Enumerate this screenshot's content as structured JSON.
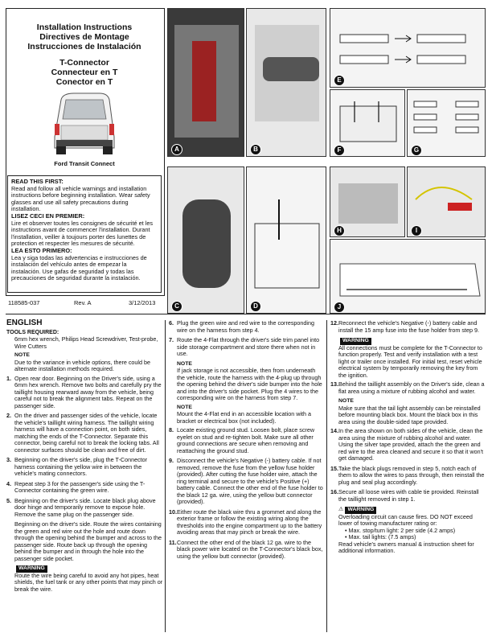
{
  "header": {
    "title_lines": [
      "Installation Instructions",
      "Directives de Montage",
      "Instrucciones de Instalación"
    ],
    "product_lines": [
      "T-Connector",
      "Connecteur en T",
      "Conector en T"
    ],
    "vehicle": "Ford Transit Connect"
  },
  "warning_box": {
    "en_title": "READ THIS FIRST:",
    "en_text": "Read and follow all vehicle warnings and installation instructions before beginning installation. Wear safety glasses and use all safety precautions during installation.",
    "fr_title": "LISEZ CECI EN PREMIER:",
    "fr_text": "Lire et observer toutes les consignes de sécurité et les instructions avant de commencer l'installation. Durant l'installation, veiller à toujours porter des lunettes de protection et respecter les mesures de sécurité.",
    "es_title": "LEA ESTO PRIMERO:",
    "es_text": "Lea y siga todas las advertencias e instrucciones de instalación del vehículo antes de empezar la instalación. Use gafas de seguridad y todas las precauciones de seguridad durante la instalación."
  },
  "meta": {
    "part": "118585-037",
    "rev": "Rev. A",
    "date": "3/12/2013"
  },
  "figures": [
    "A",
    "B",
    "C",
    "D",
    "E",
    "F",
    "G",
    "H",
    "I",
    "J"
  ],
  "english": {
    "heading": "ENGLISH",
    "tools_title": "TOOLS REQUIRED:",
    "tools_text": "6mm hex wrench, Philips Head Screwdriver, Test-probe, Wire Cutters",
    "note_label": "NOTE",
    "note1": "Due to the variance in vehicle options, there could be alternate installation methods required.",
    "warning_label": "WARNING"
  },
  "steps_col1": [
    {
      "n": "1.",
      "text": "Open rear door. Beginning on the Driver's side, using a 6mm hex wrench. Remove two bolts and carefully pry the taillight housing rearward away from the vehicle, being careful not to break the alignment tabs. Repeat on the passenger side."
    },
    {
      "n": "2.",
      "text": "On the driver and passenger sides of the vehicle, locate the vehicle's taillight wiring harness. The taillight wiring harness will have a connection point, on both sides, matching the ends of the T-Connector. Separate this connector, being careful not to break the locking tabs. All connector surfaces should be clean and free of dirt."
    },
    {
      "n": "3.",
      "text": "Beginning on the driver's side, plug the T-Connector harness containing the yellow wire in between the vehicle's mating connectors."
    },
    {
      "n": "4.",
      "text": "Repeat step 3 for the passenger's side using the T-Connector containing the green wire."
    },
    {
      "n": "5.",
      "text": "Beginning on the driver's side. Locate black plug above door hinge and temporarily remove to expose hole. Remove the same plug on the passenger side."
    }
  ],
  "col1_extra": "Beginning on the driver's side. Route the wires containing the green and red wire out the hole and route down through the opening behind the bumper and across to the passenger side. Route back up through the opening behind the bumper and in through the hole into the passenger side pocket.",
  "col1_warning": "Route the wire being careful to avoid any hot pipes, heat shields, the fuel tank or any other points that may pinch or break the wire.",
  "steps_col2": [
    {
      "n": "6.",
      "text": "Plug the green wire and red wire to the corresponding wire on the harness from step 4."
    },
    {
      "n": "7.",
      "text": "Route the 4-Flat through the driver's side trim panel into side storage compartment and store there when not in use."
    }
  ],
  "col2_note1": "If jack storage is not accessible, then from underneath the vehicle, route the harness with the 4-plug up through the opening behind the driver's side bumper into the hole and into the driver's side pocket. Plug the 4 wires to the corresponding wire on the harness from step 7.",
  "col2_note2": "Mount the 4-Flat end in an accessible location with a bracket or electrical box (not included).",
  "steps_col2b": [
    {
      "n": "8.",
      "text": "Locate existing ground stud. Loosen bolt, place screw eyelet on stud and re-tighten bolt. Make sure all other ground connections are secure when removing and reattaching the ground stud."
    },
    {
      "n": "9.",
      "text": "Disconnect the vehicle's Negative (-) battery cable. If not removed, remove the fuse from the yellow fuse holder (provided). After cutting the fuse holder wire, attach the ring terminal and secure to the vehicle's Positive (+) battery cable. Connect the other end of the fuse holder to the black 12 ga. wire, using the yellow butt connector (provided)."
    },
    {
      "n": "10.",
      "text": "Either route the black wire thru a grommet and along the exterior frame or follow the existing wiring along the thresholds into the engine compartment up to the battery avoiding areas that may pinch or break the wire."
    },
    {
      "n": "11.",
      "text": "Connect the other end of the black 12 ga. wire to the black power wire located on the T-Connector's black box, using the yellow butt connector (provided)."
    }
  ],
  "steps_col3": [
    {
      "n": "12.",
      "text": "Reconnect the vehicle's Negative (-) battery cable and install the 15 amp fuse into the fuse holder from step 9."
    }
  ],
  "col3_warning": "All connections must be complete for the T-Connector to function properly. Test and verify installation with a test light or trailer once installed. For initial test, reset vehicle electrical system by temporarily removing the key from the ignition.",
  "steps_col3b": [
    {
      "n": "13.",
      "text": "Behind the taillight assembly on the Driver's side, clean a flat area using a mixture of rubbing alcohol and water."
    }
  ],
  "col3_note": "Make sure that the tail light assembly can be reinstalled before mounting black box. Mount the black box in this area using the double-sided tape provided.",
  "steps_col3c": [
    {
      "n": "14.",
      "text": "In the area shown on both sides of the vehicle, clean the area using the mixture of rubbing alcohol and water. Using the silver tape provided, attach the the green and red wire to the area cleaned and secure it so that it won't get damaged."
    },
    {
      "n": "15.",
      "text": "Take the black plugs removed in step 5, notch each of them to allow the wires to pass through, then reinstall the plug and seal plug accordingly."
    },
    {
      "n": "16.",
      "text": "Secure all loose wires with cable tie provided. Reinstall the taillight removed in step 1."
    }
  ],
  "final_warning_lead": "Overloading circuit can cause fires. DO NOT exceed lower of towing manufacturer rating or:",
  "final_warning_items": [
    "• Max. stop/turn light: 2 per side (4.2 amps)",
    "• Max. tail lights: (7.5 amps)"
  ],
  "final_warning_tail": "Read vehicle's owners manual & instruction sheet for additional information."
}
